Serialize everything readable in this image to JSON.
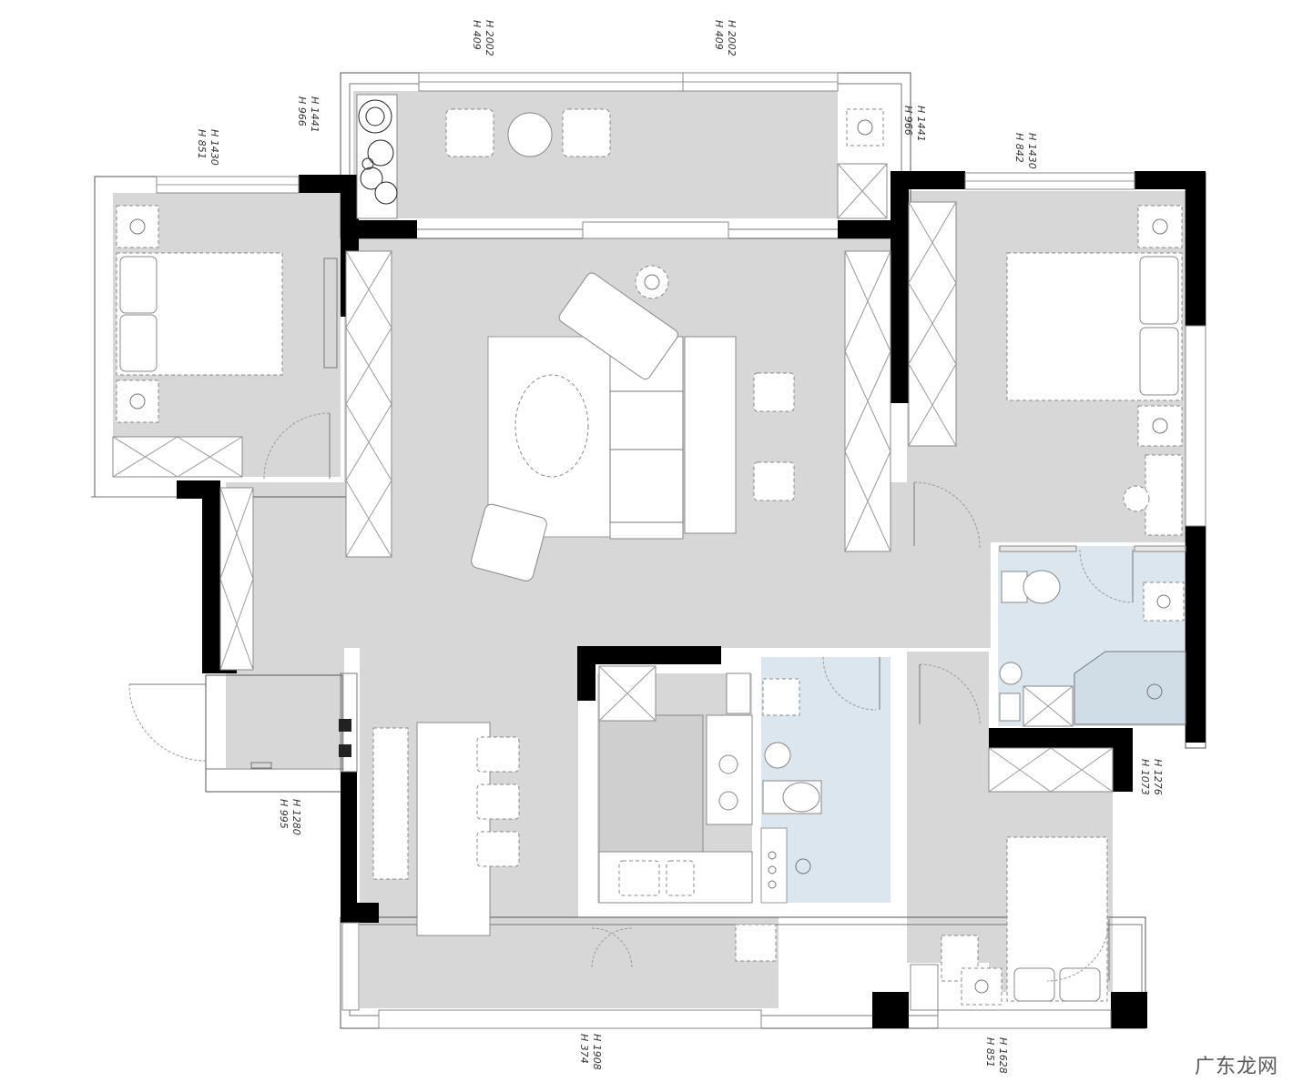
{
  "dimensions": {
    "top_a_h": "H 2002",
    "top_a_l": "H 409",
    "top_b_h": "H 2002",
    "top_b_l": "H 409",
    "balc_l_h": "H 1441",
    "balc_l_l": "H 966",
    "balc_r_h": "H 1441",
    "balc_r_l": "H 966",
    "bed_l_h": "H 1430",
    "bed_l_l": "H 851",
    "bed_r_h": "H 1430",
    "bed_r_l": "H 842",
    "entry_h": "H 1280",
    "entry_l": "H 995",
    "east_h": "H 1276",
    "east_l": "H 1073",
    "bottom_a_h": "H 1908",
    "bottom_a_l": "H 374",
    "bottom_b_h": "H 1628",
    "bottom_b_l": "H 851"
  },
  "watermark": "广东龙网",
  "colors": {
    "floor": "#d7d7d7",
    "wet_area": "#dbe6ee",
    "wall": "#000000"
  }
}
